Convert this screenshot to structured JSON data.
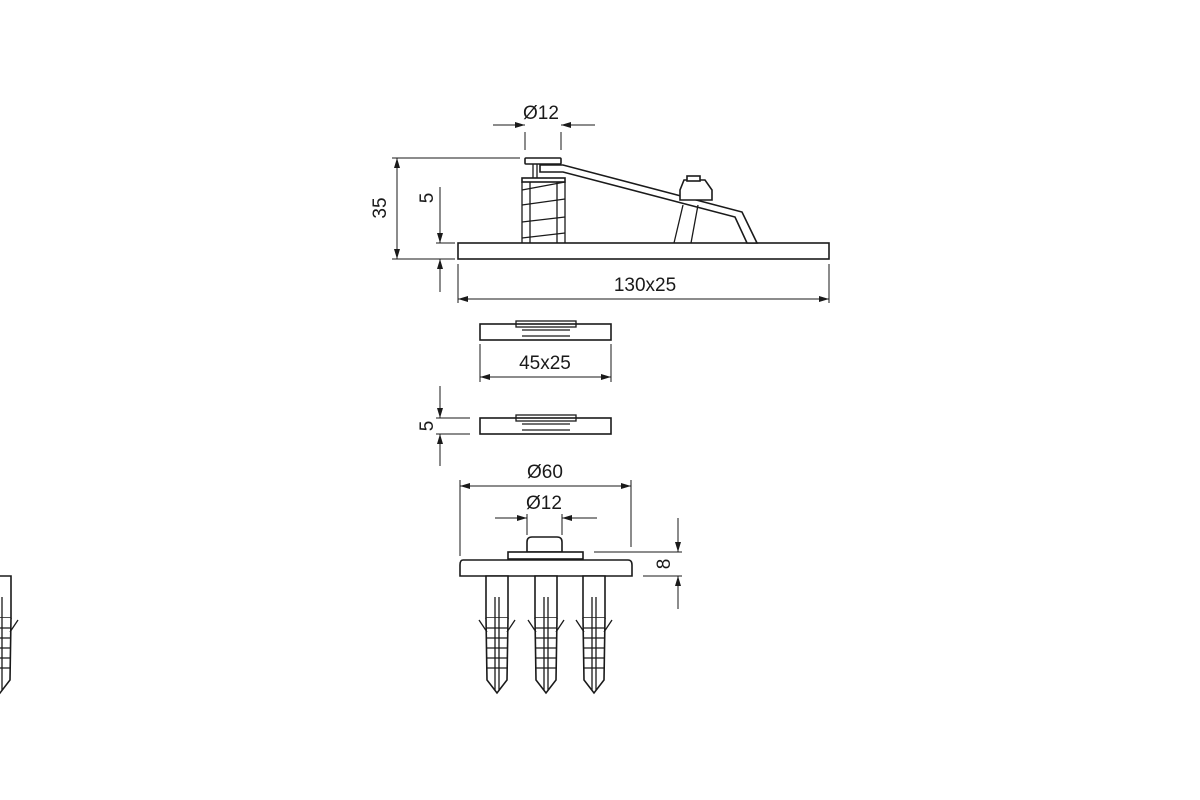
{
  "drawing": {
    "top_view": {
      "cap_diameter": "Ø12",
      "height": "35",
      "plate_thickness": "5",
      "plate_size": "130x25"
    },
    "spacer_plate": {
      "size": "45x25"
    },
    "side_plate": {
      "thickness": "5"
    },
    "anchor_base": {
      "flange_diameter": "Ø60",
      "knob_diameter": "Ø12",
      "height": "8"
    }
  }
}
